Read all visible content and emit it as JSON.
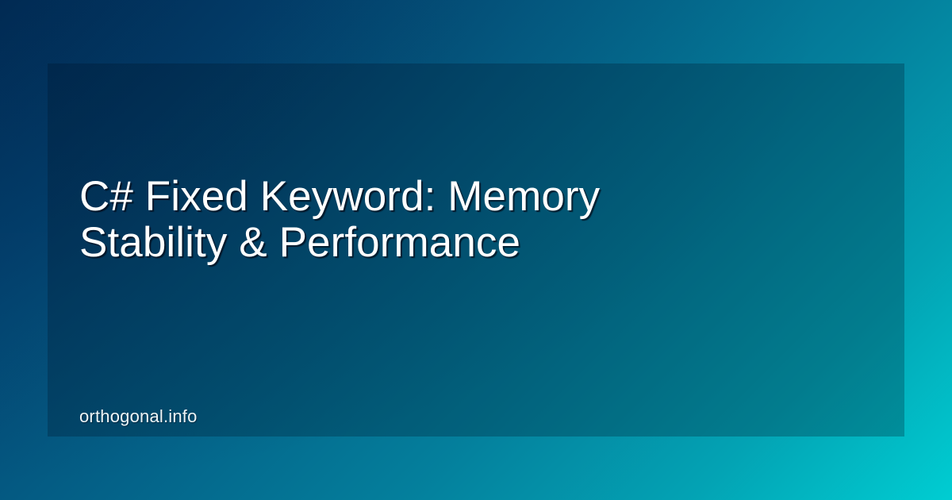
{
  "card": {
    "headline": "C# Fixed Keyword: Memory\nStability & Performance",
    "headline_line_1": "C# Fixed Keyword: Memory",
    "headline_line_2": "Stability & Performance",
    "site_label": "orthogonal.info",
    "colors": {
      "gradient_start": "#01335f",
      "gradient_mid": "#047f9c",
      "gradient_end": "#00cdd2",
      "panel_overlay": "rgba(0,16,34,0.26)",
      "headline_text": "#ffffff",
      "site_label_text": "#eef4f6",
      "text_shadow": "rgba(0,10,22,0.72)"
    }
  }
}
